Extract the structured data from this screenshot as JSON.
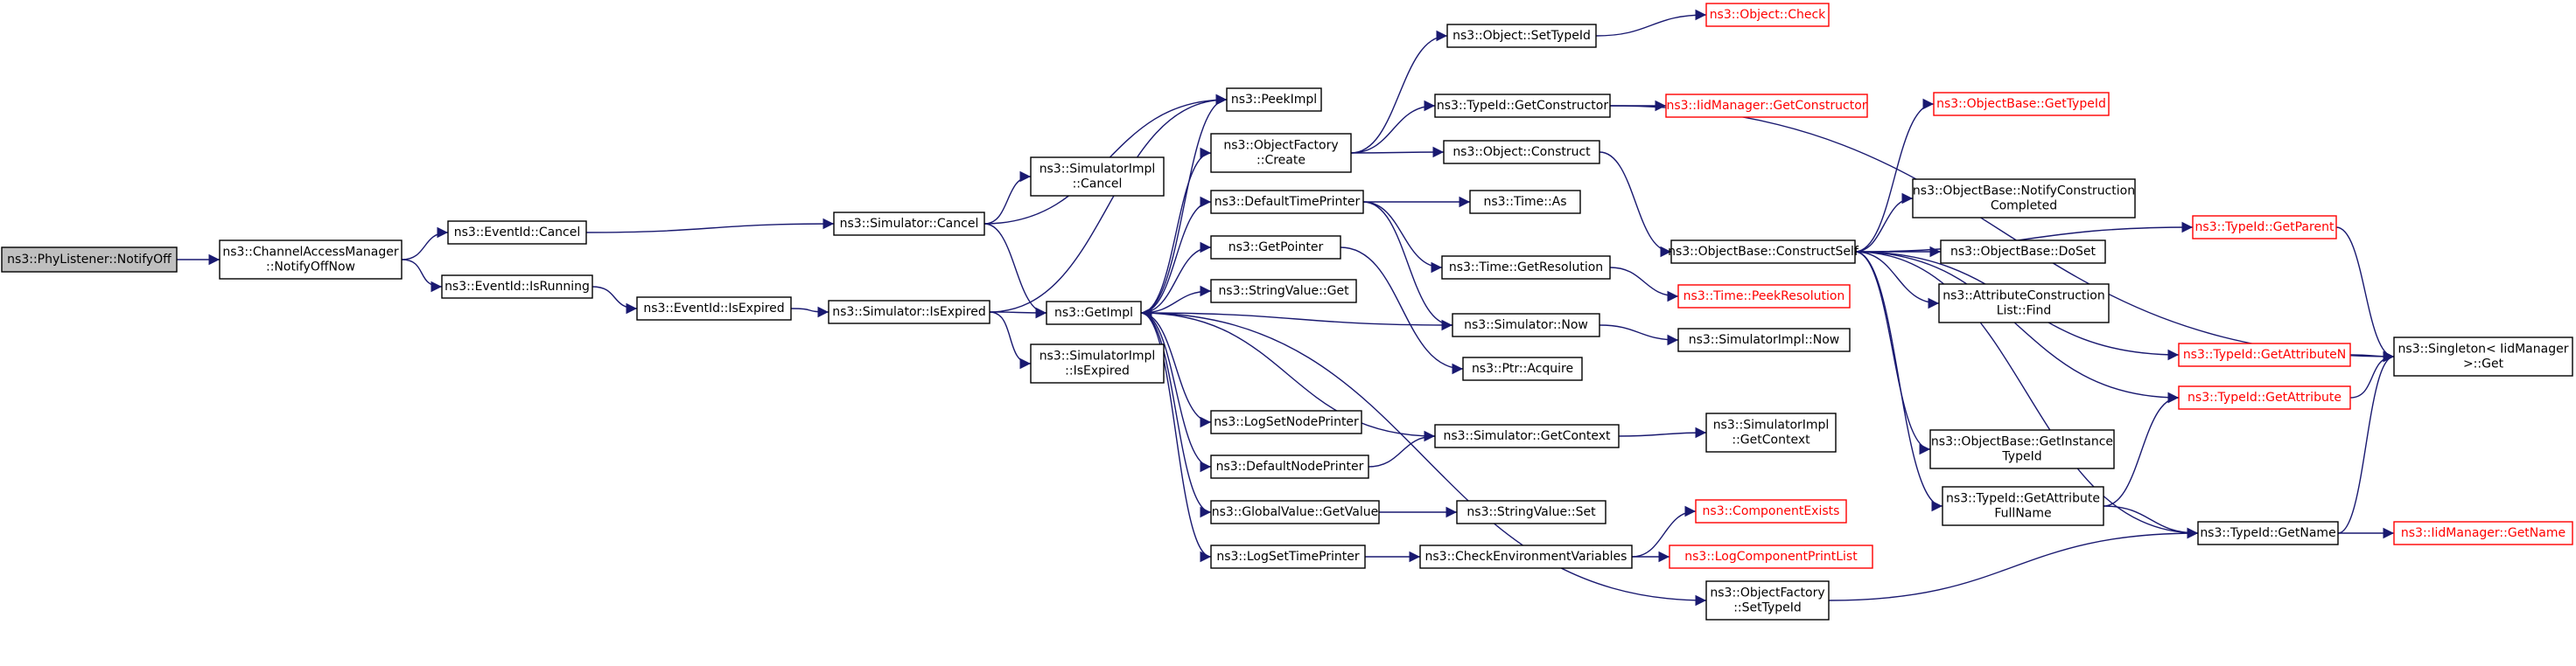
{
  "nodes": [
    {
      "id": "root",
      "lines": [
        "ns3::PhyListener::NotifyOff"
      ],
      "style": "root"
    },
    {
      "id": "cam",
      "lines": [
        "ns3::ChannelAccessManager",
        "::NotifyOffNow"
      ]
    },
    {
      "id": "evcancel",
      "lines": [
        "ns3::EventId::Cancel"
      ]
    },
    {
      "id": "evrunning",
      "lines": [
        "ns3::EventId::IsRunning"
      ]
    },
    {
      "id": "evexpired",
      "lines": [
        "ns3::EventId::IsExpired"
      ]
    },
    {
      "id": "simcancel",
      "lines": [
        "ns3::Simulator::Cancel"
      ]
    },
    {
      "id": "simisexp",
      "lines": [
        "ns3::Simulator::IsExpired"
      ]
    },
    {
      "id": "implcancel",
      "lines": [
        "ns3::SimulatorImpl",
        "::Cancel"
      ]
    },
    {
      "id": "implisexp",
      "lines": [
        "ns3::SimulatorImpl",
        "::IsExpired"
      ]
    },
    {
      "id": "peekimpl",
      "lines": [
        "ns3::PeekImpl"
      ]
    },
    {
      "id": "getimpl",
      "lines": [
        "ns3::GetImpl"
      ]
    },
    {
      "id": "ofcreate",
      "lines": [
        "ns3::ObjectFactory",
        "::Create"
      ]
    },
    {
      "id": "deftime",
      "lines": [
        "ns3::DefaultTimePrinter"
      ]
    },
    {
      "id": "getpointer",
      "lines": [
        "ns3::GetPointer"
      ]
    },
    {
      "id": "strget",
      "lines": [
        "ns3::StringValue::Get"
      ]
    },
    {
      "id": "logsetnode",
      "lines": [
        "ns3::LogSetNodePrinter"
      ]
    },
    {
      "id": "defnode",
      "lines": [
        "ns3::DefaultNodePrinter"
      ]
    },
    {
      "id": "gvget",
      "lines": [
        "ns3::GlobalValue::GetValue"
      ]
    },
    {
      "id": "logsettime",
      "lines": [
        "ns3::LogSetTimePrinter"
      ]
    },
    {
      "id": "settypeid",
      "lines": [
        "ns3::Object::SetTypeId"
      ]
    },
    {
      "id": "getctor",
      "lines": [
        "ns3::TypeId::GetConstructor"
      ]
    },
    {
      "id": "objconst",
      "lines": [
        "ns3::Object::Construct"
      ]
    },
    {
      "id": "timeas",
      "lines": [
        "ns3::Time::As"
      ]
    },
    {
      "id": "timegetres",
      "lines": [
        "ns3::Time::GetResolution"
      ]
    },
    {
      "id": "simnow",
      "lines": [
        "ns3::Simulator::Now"
      ]
    },
    {
      "id": "ptracq",
      "lines": [
        "ns3::Ptr::Acquire"
      ]
    },
    {
      "id": "simctx",
      "lines": [
        "ns3::Simulator::GetContext"
      ]
    },
    {
      "id": "strset",
      "lines": [
        "ns3::StringValue::Set"
      ]
    },
    {
      "id": "checkenv",
      "lines": [
        "ns3::CheckEnvironmentVariables"
      ]
    },
    {
      "id": "ofsettid",
      "lines": [
        "ns3::ObjectFactory",
        "::SetTypeId"
      ]
    },
    {
      "id": "objcheck",
      "lines": [
        "ns3::Object::Check"
      ],
      "style": "red"
    },
    {
      "id": "iidctor",
      "lines": [
        "ns3::IidManager::GetConstructor"
      ],
      "style": "red"
    },
    {
      "id": "obconstruct",
      "lines": [
        "ns3::ObjectBase::ConstructSelf"
      ]
    },
    {
      "id": "peekres",
      "lines": [
        "ns3::Time::PeekResolution"
      ],
      "style": "red"
    },
    {
      "id": "implnow",
      "lines": [
        "ns3::SimulatorImpl::Now"
      ]
    },
    {
      "id": "implctx",
      "lines": [
        "ns3::SimulatorImpl",
        "::GetContext"
      ]
    },
    {
      "id": "compexists",
      "lines": [
        "ns3::ComponentExists"
      ],
      "style": "red"
    },
    {
      "id": "logcomp",
      "lines": [
        "ns3::LogComponentPrintList"
      ],
      "style": "red"
    },
    {
      "id": "obgettid",
      "lines": [
        "ns3::ObjectBase::GetTypeId"
      ],
      "style": "red"
    },
    {
      "id": "obnotify",
      "lines": [
        "ns3::ObjectBase::NotifyConstruction",
        "Completed"
      ]
    },
    {
      "id": "obdoset",
      "lines": [
        "ns3::ObjectBase::DoSet"
      ]
    },
    {
      "id": "attrfind",
      "lines": [
        "ns3::AttributeConstruction",
        "List::Find"
      ]
    },
    {
      "id": "tidattrn",
      "lines": [
        "ns3::TypeId::GetAttributeN"
      ],
      "style": "red"
    },
    {
      "id": "tidattr",
      "lines": [
        "ns3::TypeId::GetAttribute"
      ],
      "style": "red"
    },
    {
      "id": "obinsttid",
      "lines": [
        "ns3::ObjectBase::GetInstance",
        "TypeId"
      ]
    },
    {
      "id": "tidfull",
      "lines": [
        "ns3::TypeId::GetAttribute",
        "FullName"
      ]
    },
    {
      "id": "tidparent",
      "lines": [
        "ns3::TypeId::GetParent"
      ],
      "style": "red"
    },
    {
      "id": "tidname",
      "lines": [
        "ns3::TypeId::GetName"
      ]
    },
    {
      "id": "singleton",
      "lines": [
        "ns3::Singleton< IidManager",
        " >::Get"
      ]
    },
    {
      "id": "iidname",
      "lines": [
        "ns3::IidManager::GetName"
      ],
      "style": "red"
    }
  ],
  "edges": [
    [
      "root",
      "cam"
    ],
    [
      "cam",
      "evcancel"
    ],
    [
      "cam",
      "evrunning"
    ],
    [
      "evcancel",
      "simcancel"
    ],
    [
      "evrunning",
      "evexpired"
    ],
    [
      "evexpired",
      "simisexp"
    ],
    [
      "simcancel",
      "implcancel"
    ],
    [
      "simcancel",
      "peekimpl"
    ],
    [
      "simcancel",
      "getimpl"
    ],
    [
      "simisexp",
      "getimpl"
    ],
    [
      "simisexp",
      "implisexp"
    ],
    [
      "simisexp",
      "peekimpl"
    ],
    [
      "getimpl",
      "peekimpl"
    ],
    [
      "getimpl",
      "ofcreate"
    ],
    [
      "getimpl",
      "deftime"
    ],
    [
      "getimpl",
      "getpointer"
    ],
    [
      "getimpl",
      "strget"
    ],
    [
      "getimpl",
      "logsetnode"
    ],
    [
      "getimpl",
      "defnode"
    ],
    [
      "getimpl",
      "gvget"
    ],
    [
      "getimpl",
      "logsettime"
    ],
    [
      "getimpl",
      "ofsettid"
    ],
    [
      "ofcreate",
      "settypeid"
    ],
    [
      "ofcreate",
      "getctor"
    ],
    [
      "ofcreate",
      "objconst"
    ],
    [
      "settypeid",
      "objcheck"
    ],
    [
      "getctor",
      "iidctor"
    ],
    [
      "getctor",
      "singleton"
    ],
    [
      "objconst",
      "obconstruct"
    ],
    [
      "deftime",
      "timeas"
    ],
    [
      "deftime",
      "timegetres"
    ],
    [
      "deftime",
      "simnow"
    ],
    [
      "getpointer",
      "ptracq"
    ],
    [
      "timegetres",
      "peekres"
    ],
    [
      "simnow",
      "getimpl"
    ],
    [
      "simnow",
      "implnow"
    ],
    [
      "defnode",
      "simctx"
    ],
    [
      "simctx",
      "getimpl"
    ],
    [
      "simctx",
      "implctx"
    ],
    [
      "gvget",
      "strset"
    ],
    [
      "logsettime",
      "checkenv"
    ],
    [
      "checkenv",
      "compexists"
    ],
    [
      "checkenv",
      "logcomp"
    ],
    [
      "ofsettid",
      "tidname"
    ],
    [
      "obconstruct",
      "obgettid"
    ],
    [
      "obconstruct",
      "obnotify"
    ],
    [
      "obconstruct",
      "obdoset"
    ],
    [
      "obconstruct",
      "attrfind"
    ],
    [
      "obconstruct",
      "tidattrn"
    ],
    [
      "obconstruct",
      "tidattr"
    ],
    [
      "obconstruct",
      "obinsttid"
    ],
    [
      "obconstruct",
      "tidfull"
    ],
    [
      "obconstruct",
      "tidparent"
    ],
    [
      "obconstruct",
      "tidname"
    ],
    [
      "tidfull",
      "tidattr"
    ],
    [
      "tidfull",
      "tidname"
    ],
    [
      "tidattrn",
      "singleton"
    ],
    [
      "tidattr",
      "singleton"
    ],
    [
      "tidparent",
      "singleton"
    ],
    [
      "tidname",
      "singleton"
    ],
    [
      "tidname",
      "iidname"
    ]
  ],
  "colors": {
    "edge": "#191970",
    "red_node": "#ff0000",
    "root_fill": "#bfbfbf"
  }
}
